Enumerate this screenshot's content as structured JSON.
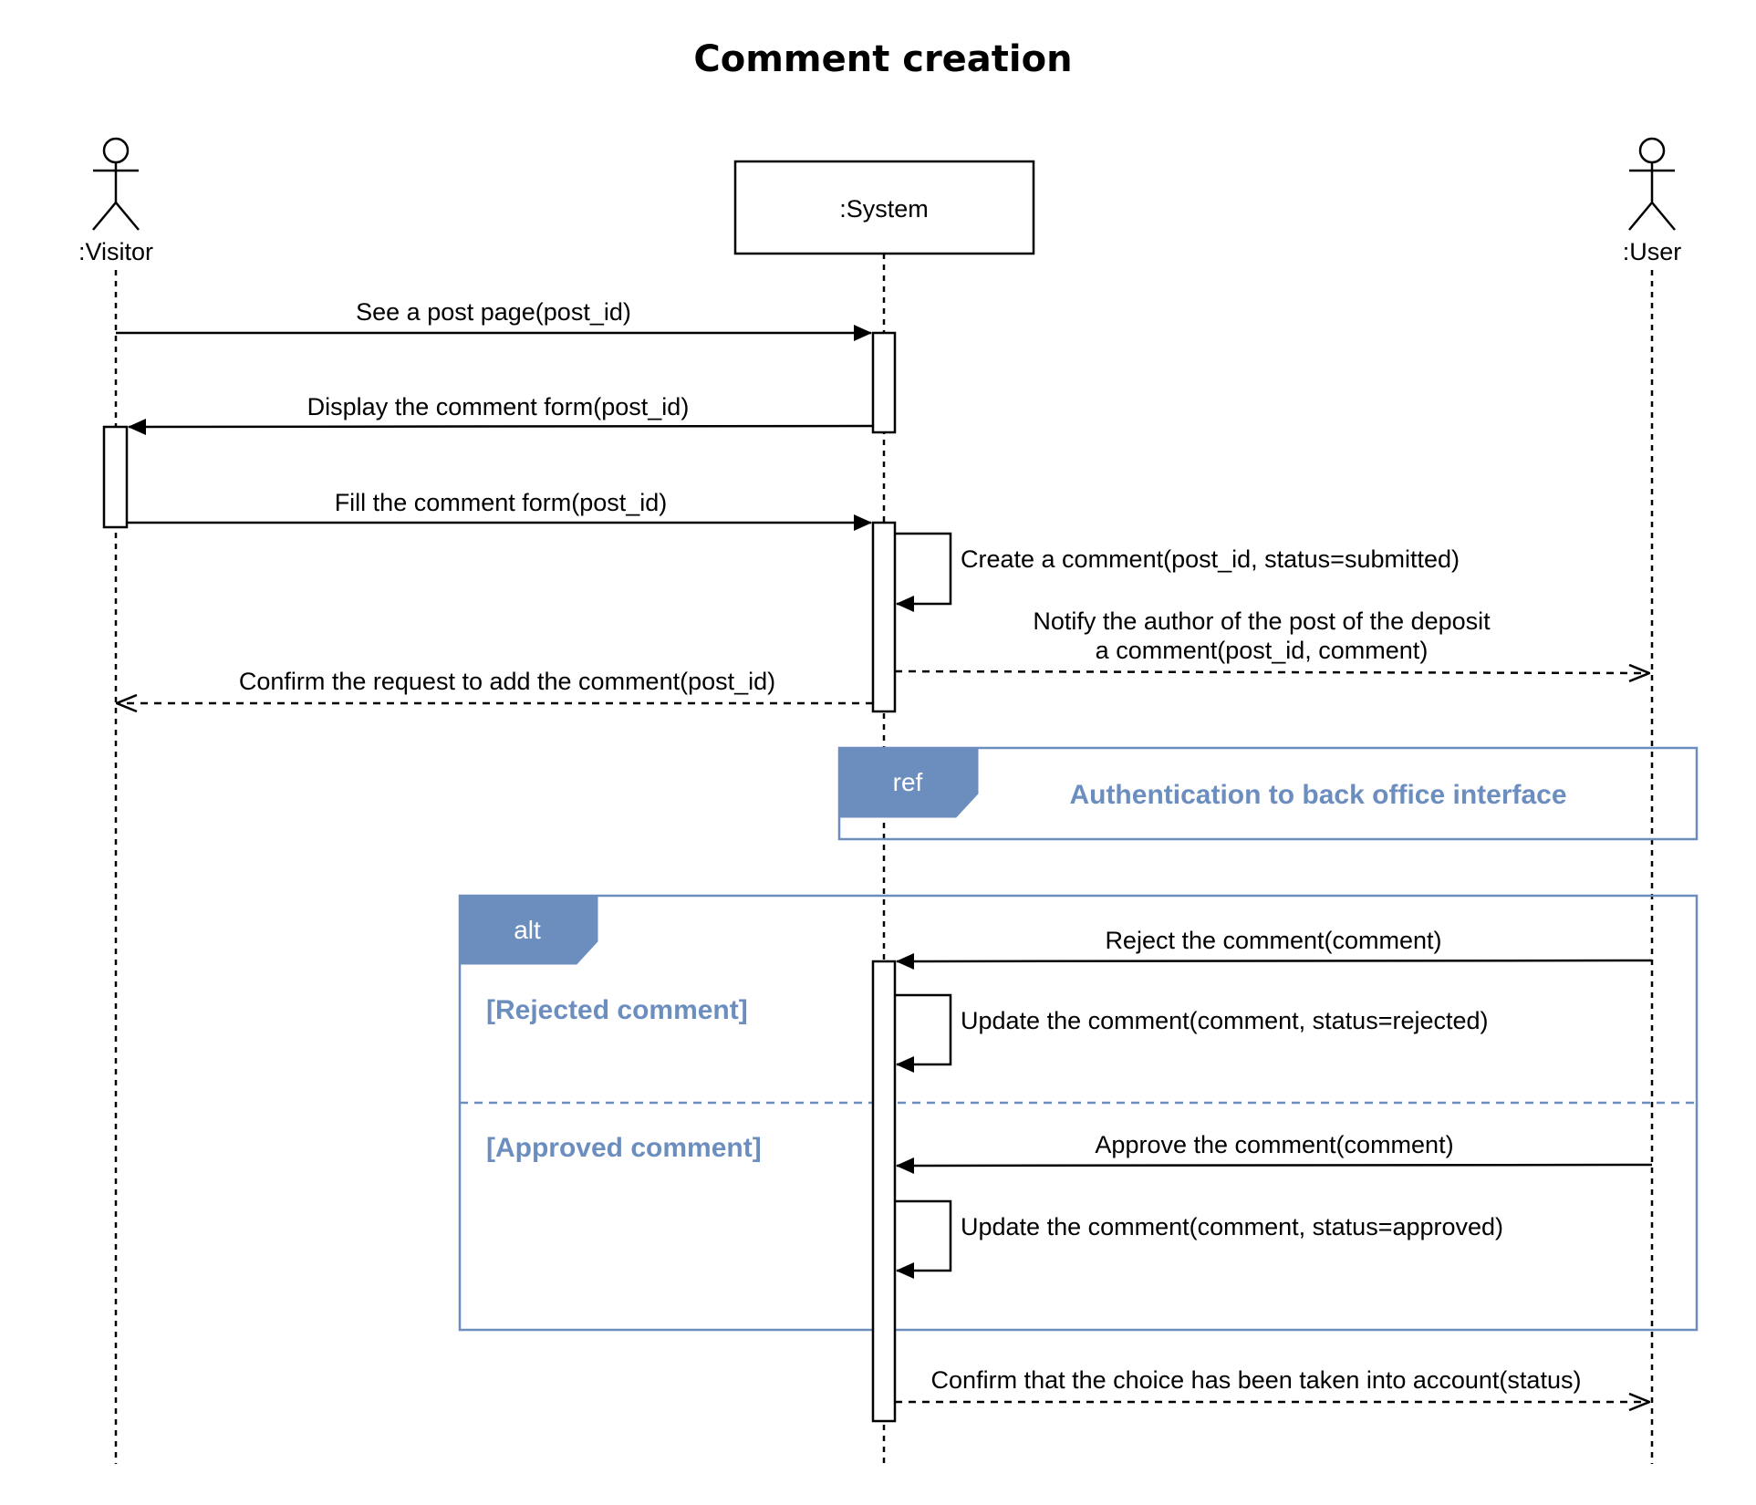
{
  "title": "Comment creation",
  "participants": {
    "visitor": ":Visitor",
    "system": ":System",
    "user": ":User"
  },
  "messages": {
    "m1": "See a post page(post_id)",
    "m2": "Display the comment form(post_id)",
    "m3": "Fill the comment form(post_id)",
    "m4": "Create a comment(post_id, status=submitted)",
    "m5_line1": "Notify the author of the post of the deposit",
    "m5_line2": "a comment(post_id, comment)",
    "m6": "Confirm the request to add the comment(post_id)",
    "m7": "Reject the comment(comment)",
    "m8": "Update the comment(comment, status=rejected)",
    "m9": "Approve the comment(comment)",
    "m10": "Update the comment(comment, status=approved)",
    "m11": "Confirm that the choice has been taken into account(status)"
  },
  "fragments": {
    "ref": {
      "tag": "ref",
      "title": "Authentication to back office interface"
    },
    "alt": {
      "tag": "alt",
      "guard1": "[Rejected comment]",
      "guard2": "[Approved comment]"
    }
  },
  "colors": {
    "frame": "#6c8ebf",
    "line": "#000000",
    "background": "#ffffff"
  }
}
